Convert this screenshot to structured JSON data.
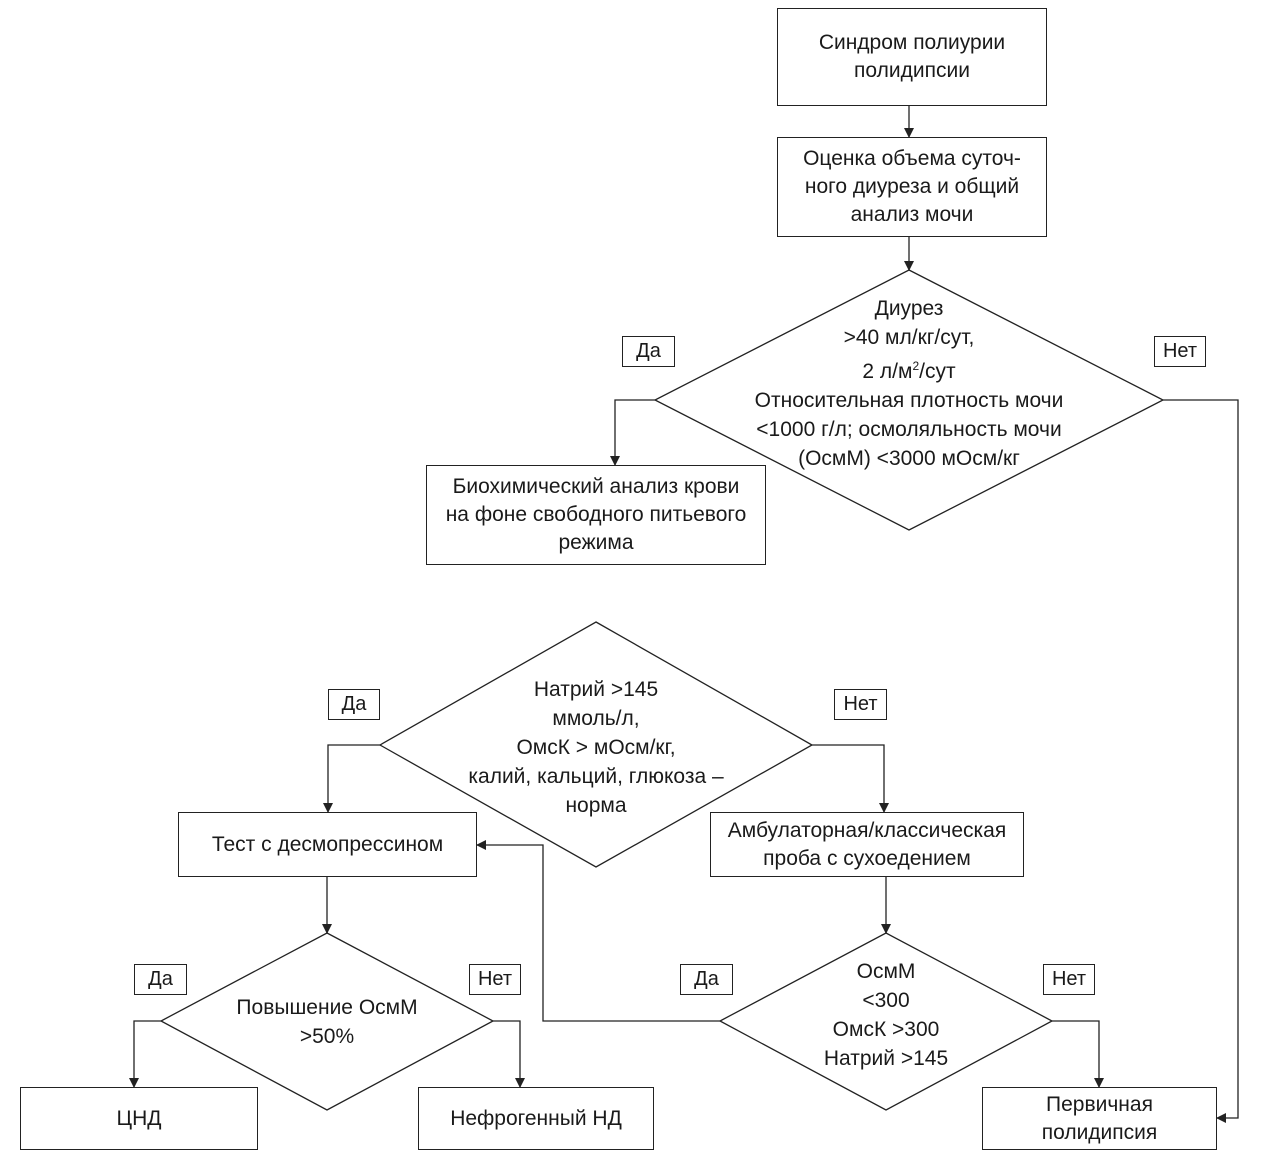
{
  "nodes": {
    "start": "Синдром полиурии\nполидипсии",
    "assess": "Оценка объема суточ-\nного диуреза и общий\nанализ мочи",
    "diuresis_d": {
      "line1": "Диурез",
      "line2": ">40 мл/кг/сут,",
      "line3_a": "2 л/м",
      "line3_sup": "2",
      "line3_b": "/сут",
      "line4": "Относительная плотность мочи",
      "line5": "<1000 г/л; осмоляльность мочи",
      "line6": "(ОсмМ) <3000 мОсм/кг"
    },
    "biochem": "Биохимический анализ крови\nна фоне свободного питьевого\nрежима",
    "sodium_d": "Натрий >145\nммоль/л,\nОмсК > мОсм/кг,\nкалий, кальций, глюкоза –\nнорма",
    "desmo": "Тест с десмопрессином",
    "dryfood": "Амбулаторная/классическая\nпроба с сухоедением",
    "osm_increase_d": "Повышение ОсмМ\n>50%",
    "osm_d": "ОсмМ\n<300\nОмсК >300\nНатрий >145",
    "cnd": "ЦНД",
    "nephro": "Нефрогенный НД",
    "primary": "Первичная\nполидипсия"
  },
  "labels": {
    "yes": "Да",
    "no": "Нет"
  }
}
